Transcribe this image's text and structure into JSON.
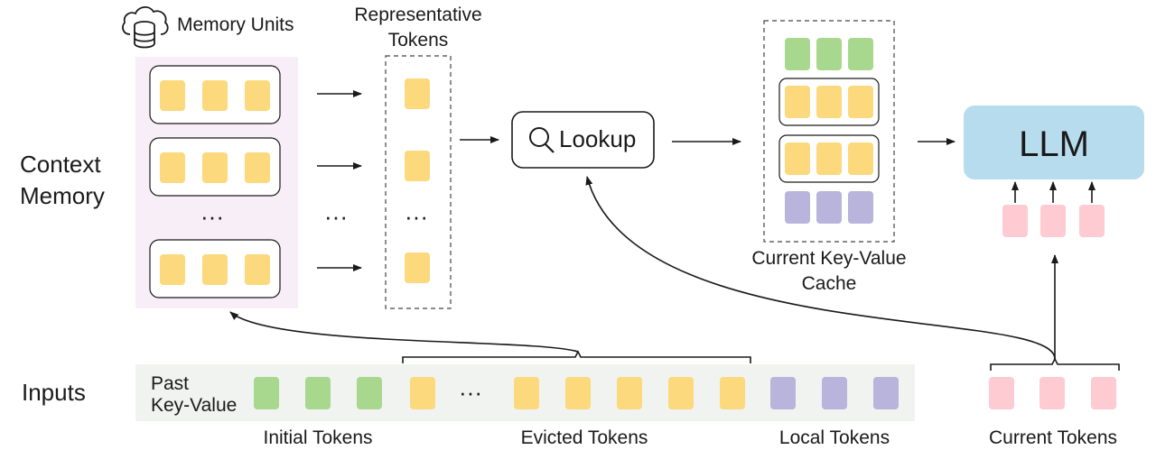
{
  "labels": {
    "memory_units": "Memory Units",
    "representative_tokens": [
      "Representative",
      "Tokens"
    ],
    "context_memory": [
      "Context",
      "Memory"
    ],
    "lookup": "Lookup",
    "kv_cache": [
      "Current Key-Value",
      "Cache"
    ],
    "llm": "LLM",
    "inputs": "Inputs",
    "past_kv": [
      "Past",
      "Key-Value"
    ],
    "initial_tokens": "Initial Tokens",
    "evicted_tokens": "Evicted Tokens",
    "local_tokens": "Local Tokens",
    "current_tokens": "Current Tokens",
    "ellipsis": "···"
  },
  "icons": {
    "memory": "cloud-database-icon",
    "lookup": "magnifier-icon"
  },
  "colors": {
    "initial": "#a8d88e",
    "evicted": "#fbd97c",
    "local": "#b8b4db",
    "current": "#fdcbd1",
    "memory_bg": "#f7eef7",
    "inputs_bg": "#f1f3f1",
    "llm_bg": "#b7dcee"
  }
}
